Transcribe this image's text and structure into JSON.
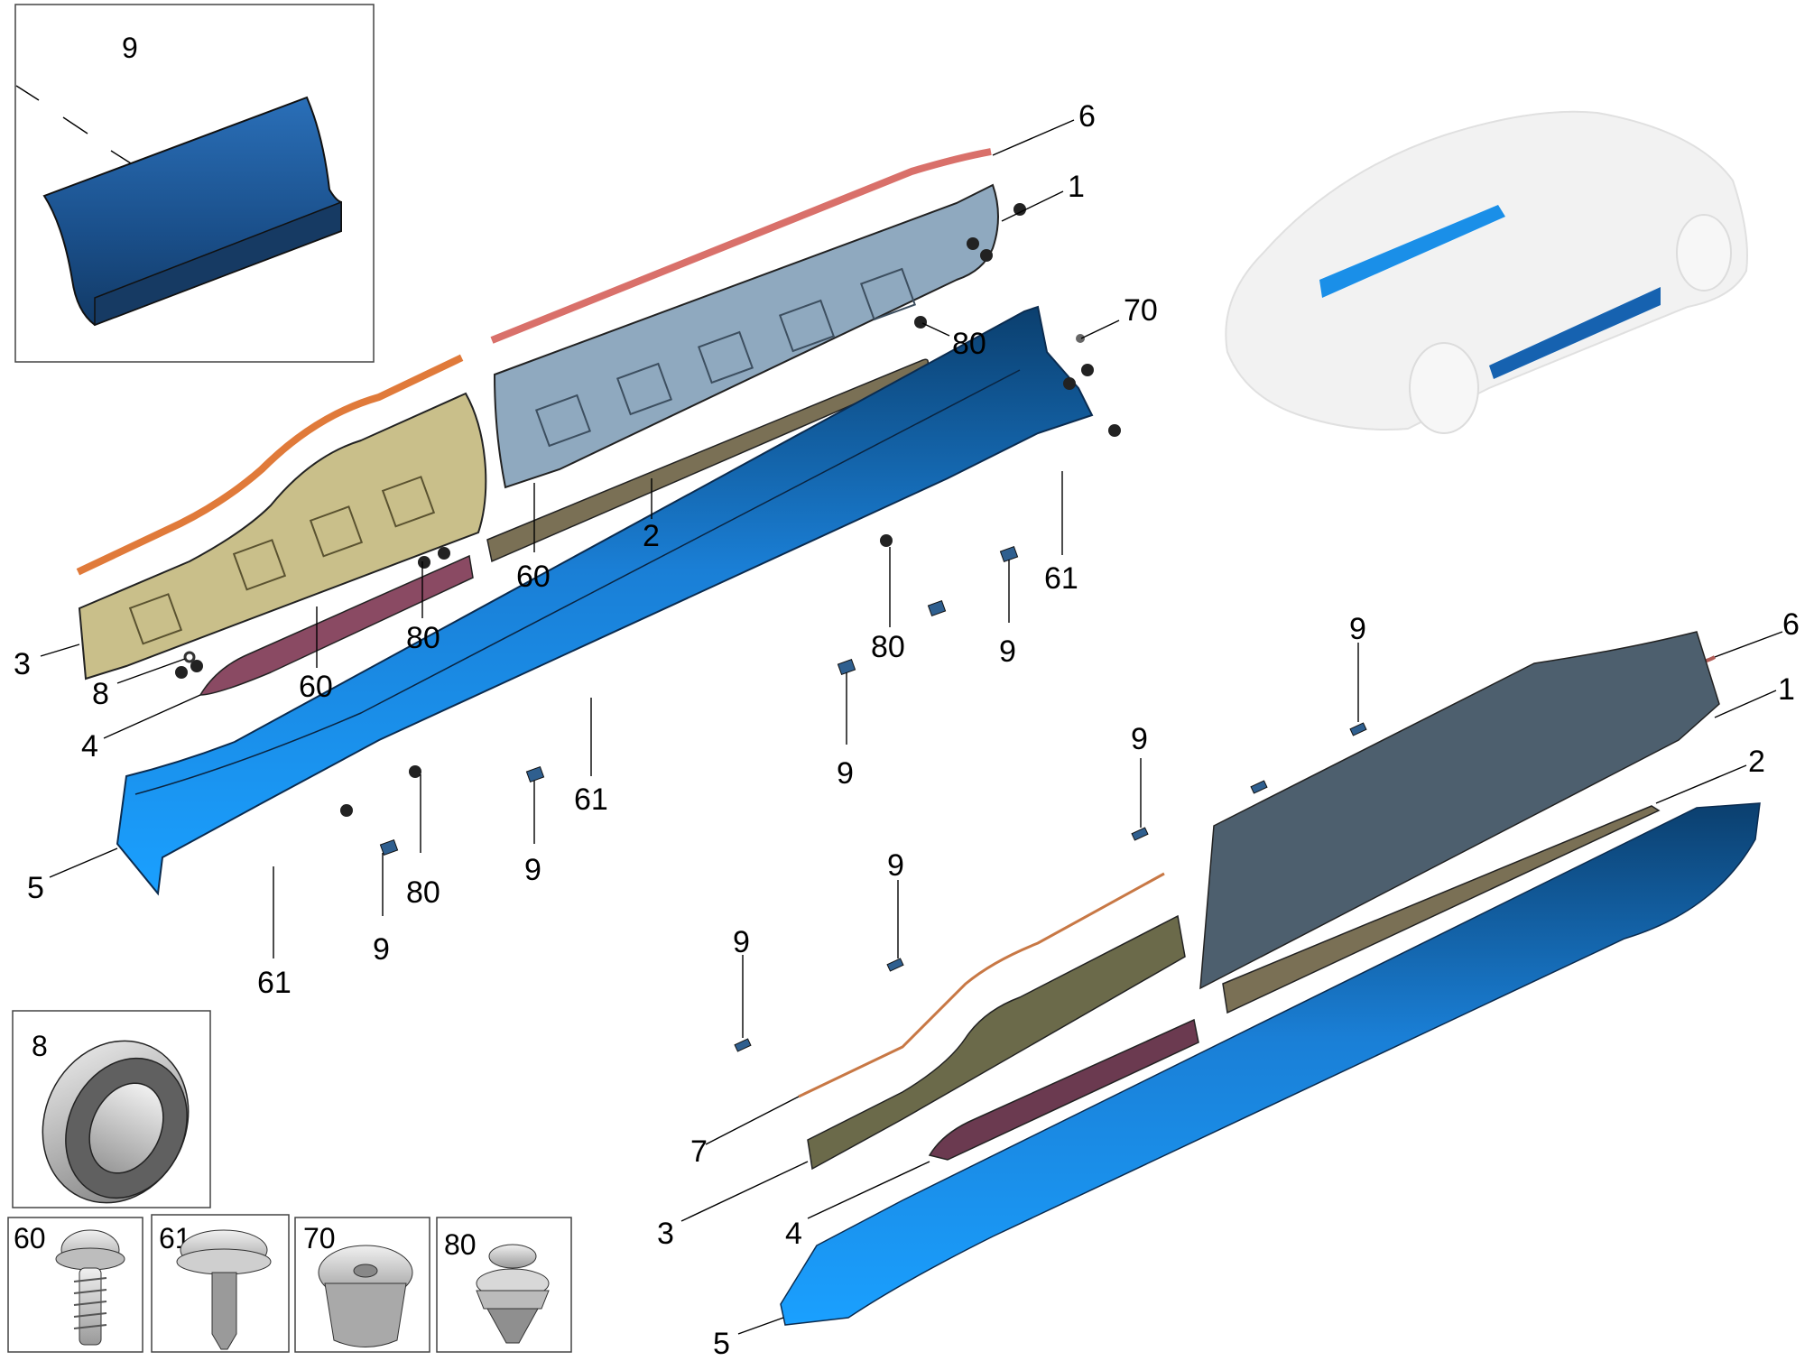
{
  "diagram": {
    "type": "exploded-parts-diagram",
    "subject": "side sill / rocker panel trim assembly",
    "colors": {
      "sill_cover": "#1a8fe8",
      "sill_cover_dark": "#0b3f6e",
      "inner_panel_front": "#c9bf8a",
      "inner_panel_rear": "#8fa9bf",
      "seal_front": "#e07a3a",
      "seal_rear": "#d9706a",
      "strip_pink": "#8a4a63",
      "strip_tan": "#7a7055",
      "fastener": "#222222",
      "locator_car": "#f2f2f2",
      "highlight": "#1a8fe8"
    },
    "detail_insets": [
      {
        "id": "inset-9",
        "label": "9",
        "part": "clip pad"
      },
      {
        "id": "inset-8",
        "label": "8",
        "part": "washer ring"
      },
      {
        "id": "inset-60",
        "label": "60",
        "part": "screw"
      },
      {
        "id": "inset-61",
        "label": "61",
        "part": "push clip"
      },
      {
        "id": "inset-70",
        "label": "70",
        "part": "nut insert"
      },
      {
        "id": "inset-80",
        "label": "80",
        "part": "retaining clip"
      }
    ],
    "upper_assembly_callouts": [
      {
        "label": "6",
        "part": "seal strip"
      },
      {
        "label": "1",
        "part": "inner panel rear"
      },
      {
        "label": "70",
        "part": "nut insert"
      },
      {
        "label": "80",
        "part": "retaining clip"
      },
      {
        "label": "2",
        "part": "trim strip"
      },
      {
        "label": "60",
        "part": "screw"
      },
      {
        "label": "61",
        "part": "push clip"
      },
      {
        "label": "3",
        "part": "inner panel front"
      },
      {
        "label": "8",
        "part": "washer ring"
      },
      {
        "label": "60",
        "part": "screw"
      },
      {
        "label": "80",
        "part": "retaining clip"
      },
      {
        "label": "4",
        "part": "trim strip front"
      },
      {
        "label": "9",
        "part": "clip pad"
      },
      {
        "label": "80",
        "part": "retaining clip"
      },
      {
        "label": "9",
        "part": "clip pad"
      },
      {
        "label": "61",
        "part": "push clip"
      },
      {
        "label": "9",
        "part": "clip pad"
      },
      {
        "label": "5",
        "part": "sill cover"
      },
      {
        "label": "80",
        "part": "retaining clip"
      },
      {
        "label": "9",
        "part": "clip pad"
      },
      {
        "label": "61",
        "part": "push clip"
      }
    ],
    "lower_assembly_callouts": [
      {
        "label": "9",
        "part": "clip pad"
      },
      {
        "label": "6",
        "part": "seal strip"
      },
      {
        "label": "1",
        "part": "inner panel rear"
      },
      {
        "label": "9",
        "part": "clip pad"
      },
      {
        "label": "2",
        "part": "trim strip"
      },
      {
        "label": "9",
        "part": "clip pad"
      },
      {
        "label": "9",
        "part": "clip pad"
      },
      {
        "label": "7",
        "part": "seal strip front"
      },
      {
        "label": "3",
        "part": "inner panel front"
      },
      {
        "label": "4",
        "part": "trim strip front"
      },
      {
        "label": "5",
        "part": "sill cover"
      }
    ],
    "locator_view": {
      "description": "vehicle overview with highlighted sill parts"
    }
  }
}
